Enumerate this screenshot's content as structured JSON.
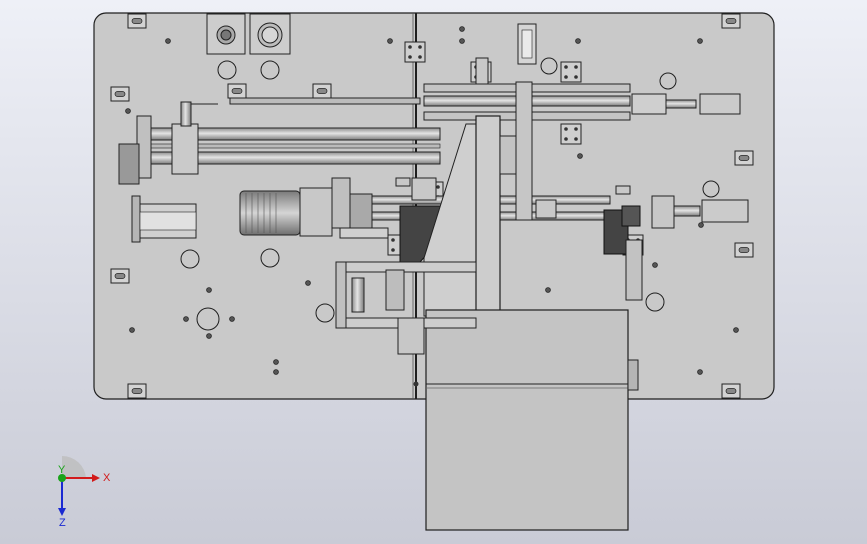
{
  "view": {
    "background_top": "#eef0f7",
    "background_bottom": "#c9cbd6",
    "plate_fill": "#c9c9c9",
    "line_color": "#1f1f1f"
  },
  "triad": {
    "x_label": "X",
    "y_label": "Y",
    "z_label": "Z",
    "x_color": "#d21a1a",
    "y_color": "#1aa31a",
    "z_color": "#1a2ad2"
  }
}
